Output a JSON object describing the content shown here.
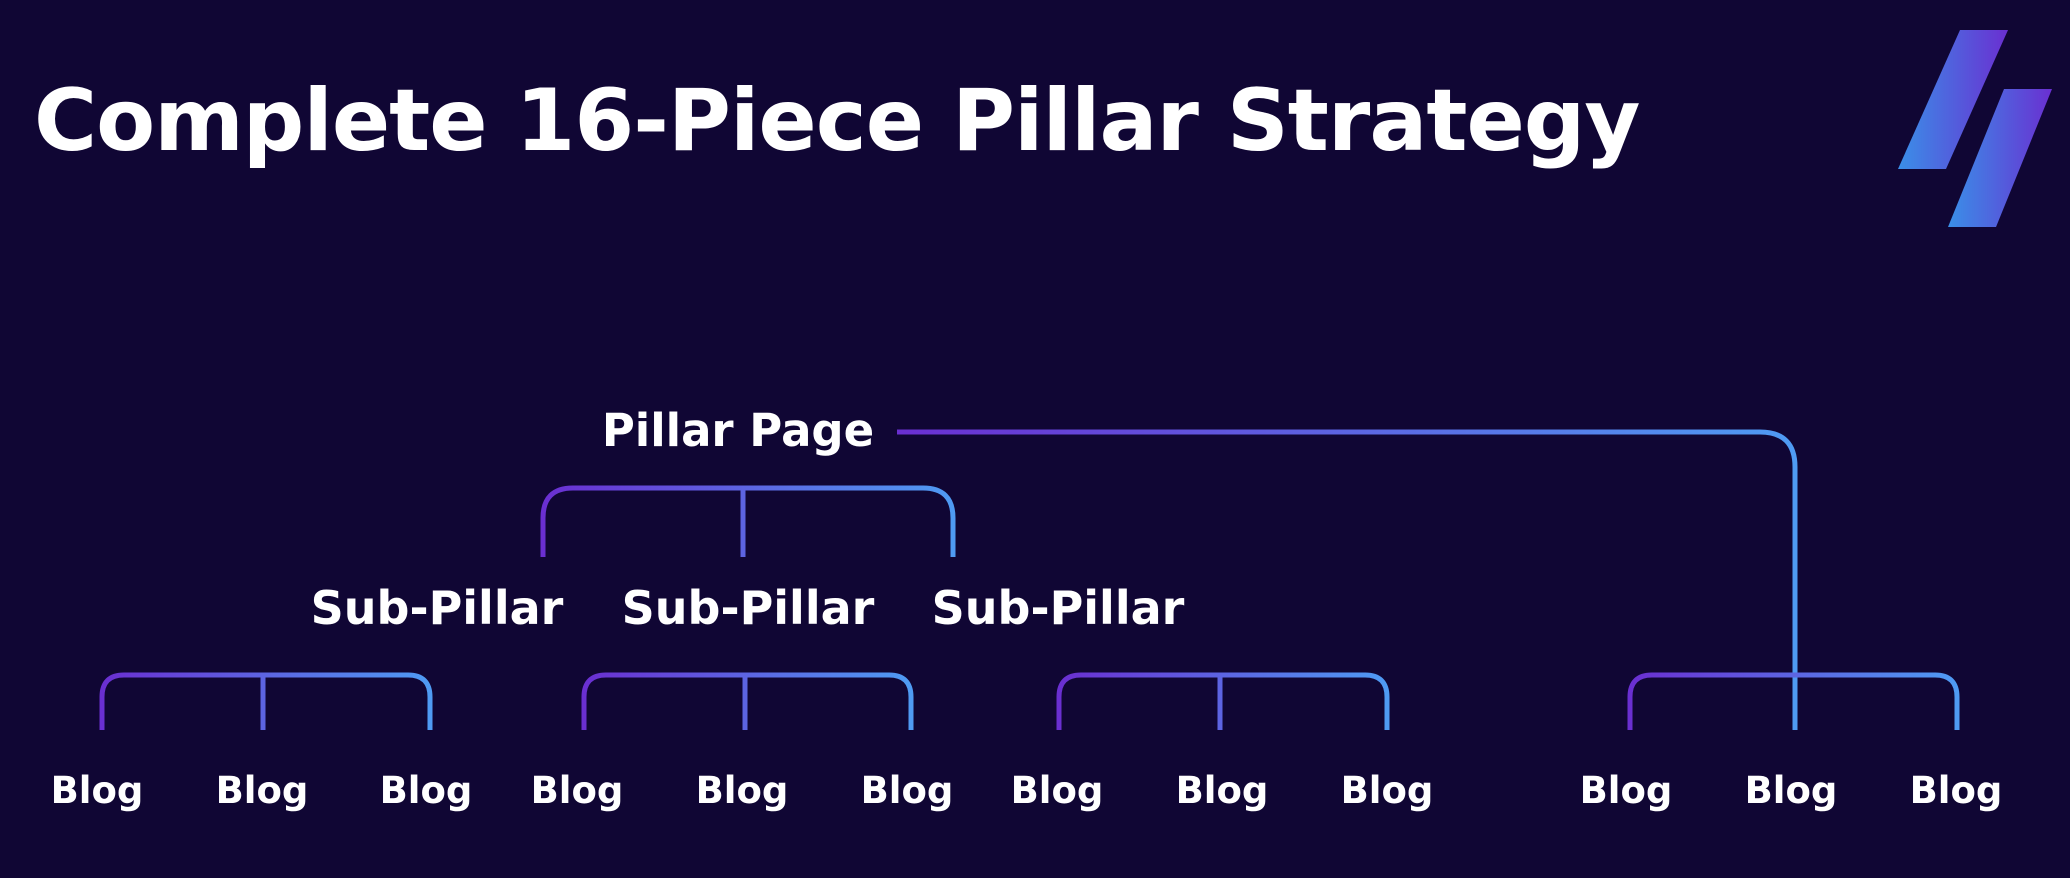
{
  "title": "Complete 16-Piece Pillar Strategy",
  "colors": {
    "background": "#100634",
    "gradient_start": "#6A2FD1",
    "gradient_end": "#4F9BF3",
    "text": "#ffffff"
  },
  "icons": {
    "logo": "brand-slash-logo"
  },
  "diagram": {
    "pillar": "Pillar Page",
    "sub_pillars": [
      "Sub-Pillar",
      "Sub-Pillar",
      "Sub-Pillar"
    ],
    "blog_groups": [
      [
        "Blog",
        "Blog",
        "Blog"
      ],
      [
        "Blog",
        "Blog",
        "Blog"
      ],
      [
        "Blog",
        "Blog",
        "Blog"
      ],
      [
        "Blog",
        "Blog",
        "Blog"
      ]
    ]
  }
}
